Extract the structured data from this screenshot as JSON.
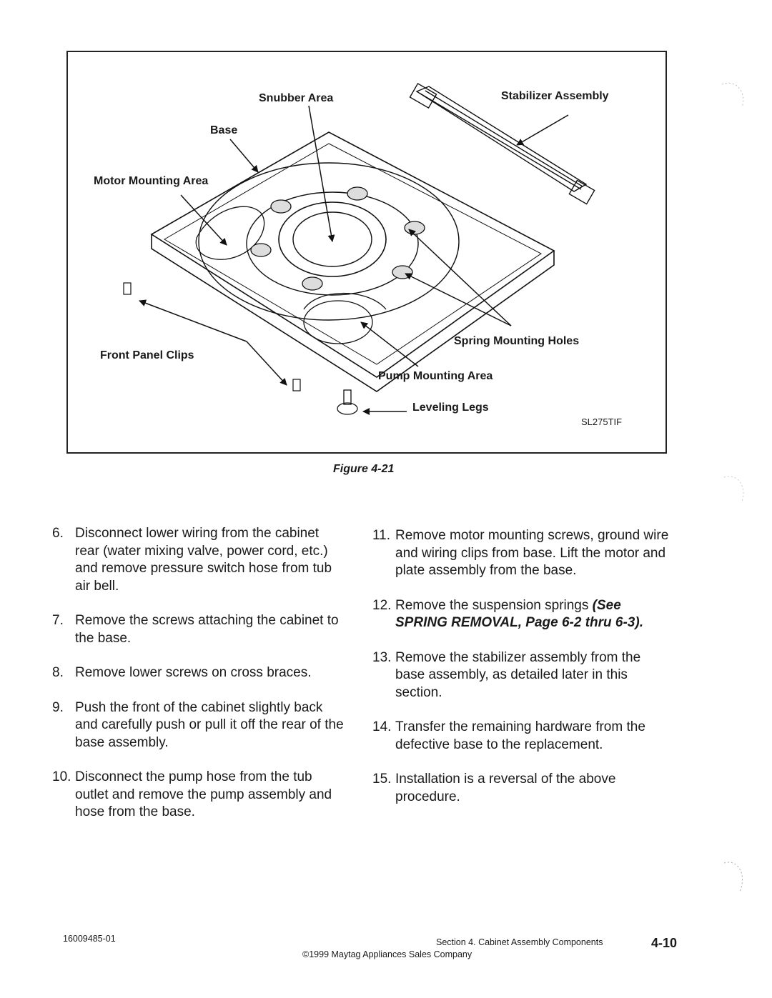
{
  "figure": {
    "labels": {
      "snubber_area": "Snubber Area",
      "base": "Base",
      "motor_mounting_area": "Motor Mounting Area",
      "stabilizer_assembly": "Stabilizer Assembly",
      "spring_mounting_holes": "Spring Mounting Holes",
      "front_panel_clips": "Front Panel Clips",
      "pump_mounting_area": "Pump Mounting Area",
      "leveling_legs": "Leveling Legs"
    },
    "drawing_code": "SL275TIF",
    "caption": "Figure 4-21"
  },
  "steps_left": [
    {
      "num": "6.",
      "text": "Disconnect lower wiring from the cabinet rear (water mixing valve, power cord, etc.) and remove pressure switch hose from tub air bell."
    },
    {
      "num": "7.",
      "text": "Remove the screws attaching the cabinet to the base."
    },
    {
      "num": "8.",
      "text": "Remove lower screws on cross braces."
    },
    {
      "num": "9.",
      "text": "Push the front of the cabinet slightly back and carefully push or pull it off the rear of the base assembly."
    },
    {
      "num": "10.",
      "text": "Disconnect the pump hose from the tub outlet and remove the pump assembly and hose from the base."
    }
  ],
  "steps_right": [
    {
      "num": "11.",
      "text": "Remove motor mounting screws, ground wire and wiring clips from base.  Lift the motor and plate assembly from the base."
    },
    {
      "num": "12.",
      "text": "Remove the suspension springs",
      "ref": "(See SPRING REMOVAL, Page 6-2 thru 6-3)."
    },
    {
      "num": "13.",
      "text": "Remove the stabilizer assembly from the base assembly, as detailed later in this section."
    },
    {
      "num": "14.",
      "text": "Transfer the remaining hardware from the defective base to the replacement."
    },
    {
      "num": "15.",
      "text": "Installation is a reversal of the above procedure."
    }
  ],
  "footer": {
    "doc_number": "16009485-01",
    "section": "Section 4. Cabinet Assembly Components",
    "page": "4-10",
    "copyright": "©1999 Maytag Appliances Sales Company"
  }
}
